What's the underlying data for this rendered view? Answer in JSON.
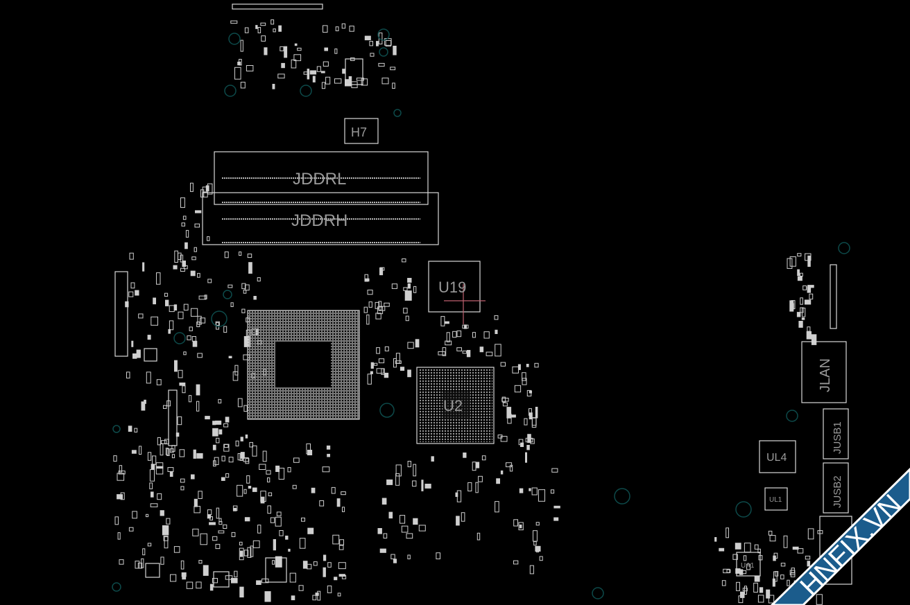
{
  "board": {
    "components": [
      {
        "ref": "H7"
      },
      {
        "ref": "JDDRL"
      },
      {
        "ref": "JDDRH"
      },
      {
        "ref": "U19"
      },
      {
        "ref": "U2"
      },
      {
        "ref": "JLAN"
      },
      {
        "ref": "JUSB1"
      },
      {
        "ref": "JUSB2"
      },
      {
        "ref": "UL4"
      },
      {
        "ref": "UL1"
      },
      {
        "ref": "UA1"
      }
    ],
    "colors": {
      "background": "#000000",
      "outline": "#d8d8d8",
      "mounting_hole": "#0d4a4a",
      "label": "#9a9a9a",
      "highlight_net": "#c06070"
    }
  },
  "watermark": {
    "text": "HNFIX.VN",
    "color": "#1b5c8c"
  }
}
